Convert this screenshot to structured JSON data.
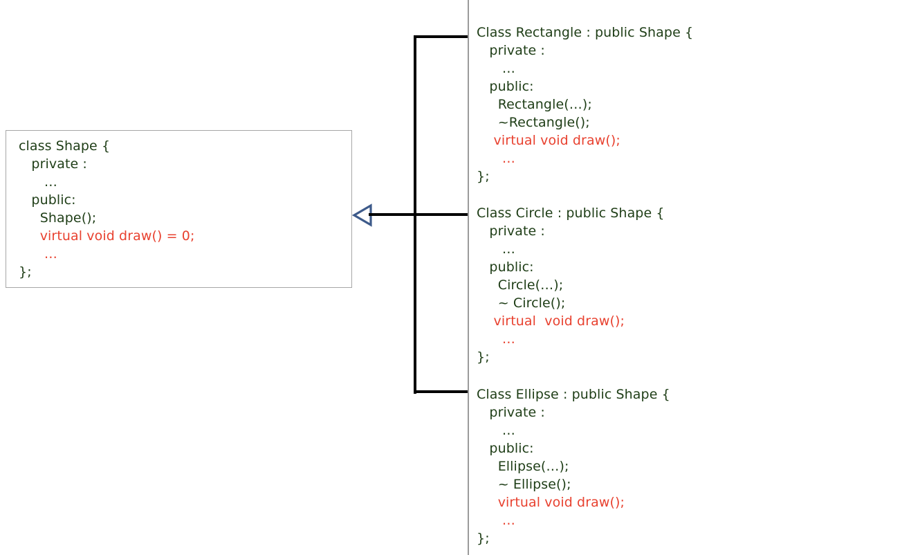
{
  "diagram": {
    "title": "C++ inheritance class diagram",
    "colors": {
      "text_green": "#1e3d16",
      "text_red": "#e8412f",
      "box_border": "#a6a6a6",
      "connector": "#000000",
      "divider": "#9a9a9a",
      "arrow_stroke": "#3d5a8a"
    },
    "arrow": {
      "kind": "generalization-hollow-triangle",
      "direction": "left",
      "label": ""
    }
  },
  "base_class": {
    "name": "Shape",
    "lines": [
      {
        "text": "class Shape {",
        "color": "green"
      },
      {
        "text": "   private :",
        "color": "green"
      },
      {
        "text": "      …",
        "color": "green"
      },
      {
        "text": "   public:",
        "color": "green"
      },
      {
        "text": "     Shape();",
        "color": "green"
      },
      {
        "text": "     virtual void draw() = 0;",
        "color": "red"
      },
      {
        "text": "      …",
        "color": "red"
      },
      {
        "text": "};",
        "color": "green"
      }
    ]
  },
  "derived_classes": [
    {
      "name": "Rectangle",
      "lines": [
        {
          "text": "Class Rectangle : public Shape {",
          "color": "green"
        },
        {
          "text": "   private :",
          "color": "green"
        },
        {
          "text": "      …",
          "color": "green"
        },
        {
          "text": "   public:",
          "color": "green"
        },
        {
          "text": "     Rectangle(…);",
          "color": "green"
        },
        {
          "text": "     ~Rectangle();",
          "color": "green"
        },
        {
          "text": "    virtual void draw();",
          "color": "red"
        },
        {
          "text": "      …",
          "color": "red"
        },
        {
          "text": "};",
          "color": "green"
        }
      ]
    },
    {
      "name": "Circle",
      "lines": [
        {
          "text": "Class Circle : public Shape {",
          "color": "green"
        },
        {
          "text": "   private :",
          "color": "green"
        },
        {
          "text": "      …",
          "color": "green"
        },
        {
          "text": "   public:",
          "color": "green"
        },
        {
          "text": "     Circle(…);",
          "color": "green"
        },
        {
          "text": "     ~ Circle();",
          "color": "green"
        },
        {
          "text": "    virtual  void draw();",
          "color": "red"
        },
        {
          "text": "      …",
          "color": "red"
        },
        {
          "text": "};",
          "color": "green"
        }
      ]
    },
    {
      "name": "Ellipse",
      "lines": [
        {
          "text": "Class Ellipse : public Shape {",
          "color": "green"
        },
        {
          "text": "   private :",
          "color": "green"
        },
        {
          "text": "      …",
          "color": "green"
        },
        {
          "text": "   public:",
          "color": "green"
        },
        {
          "text": "     Ellipse(…);",
          "color": "green"
        },
        {
          "text": "     ~ Ellipse();",
          "color": "green"
        },
        {
          "text": "     virtual void draw();",
          "color": "red"
        },
        {
          "text": "      …",
          "color": "red"
        },
        {
          "text": "};",
          "color": "green"
        }
      ]
    }
  ]
}
